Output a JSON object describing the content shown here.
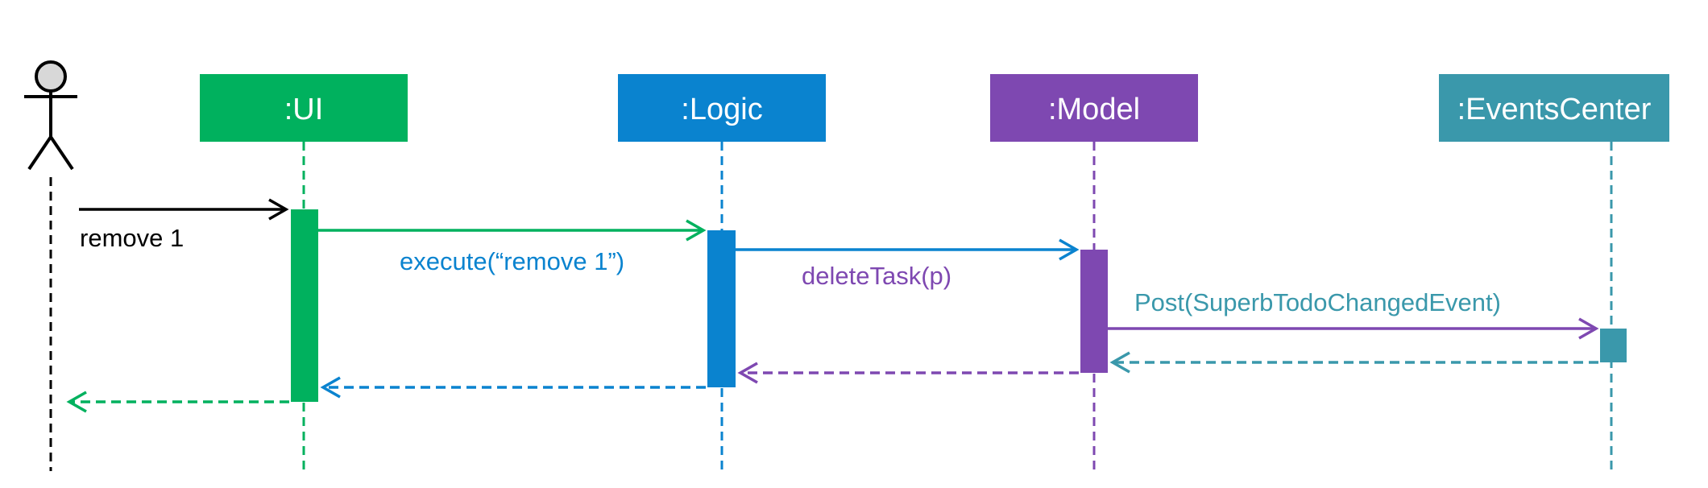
{
  "colors": {
    "user": "#000000",
    "ui": "#00b15e",
    "logic": "#0a83cf",
    "model": "#7e48b1",
    "events": "#3a98ab"
  },
  "actor": {
    "icon": "stick-figure-user-icon"
  },
  "participants": [
    {
      "key": "ui",
      "label": ":UI"
    },
    {
      "key": "logic",
      "label": ":Logic"
    },
    {
      "key": "model",
      "label": ":Model"
    },
    {
      "key": "events",
      "label": ":EventsCenter"
    }
  ],
  "messages": [
    {
      "label": "remove 1",
      "from": "user",
      "to": "ui",
      "kind": "call"
    },
    {
      "label": "execute(“remove 1”)",
      "from": "ui",
      "to": "logic",
      "kind": "call"
    },
    {
      "label": "deleteTask(p)",
      "from": "logic",
      "to": "model",
      "kind": "call"
    },
    {
      "label": "Post(SuperbTodoChangedEvent)",
      "from": "model",
      "to": "events",
      "kind": "call"
    },
    {
      "label": "",
      "from": "events",
      "to": "model",
      "kind": "return"
    },
    {
      "label": "",
      "from": "model",
      "to": "logic",
      "kind": "return"
    },
    {
      "label": "",
      "from": "logic",
      "to": "ui",
      "kind": "return"
    },
    {
      "label": "",
      "from": "ui",
      "to": "user",
      "kind": "return"
    }
  ]
}
